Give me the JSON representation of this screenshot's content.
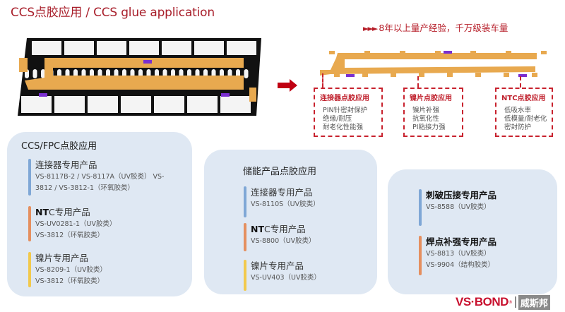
{
  "header": {
    "title": "CCS点胶应用 / CCS glue application",
    "tagline_icon": "triple-triangle-arrow-icon",
    "tagline_triangles": "►►►",
    "tagline": "8年以上量产经验，千万级装车量"
  },
  "diagram": {
    "arrow_icon": "right-arrow-icon",
    "colors": {
      "fpc": "#e8a94f",
      "frame": "#111111",
      "cell": "#f4f4f4",
      "ntc": "#7a2fd0",
      "accent_red": "#c8222e"
    },
    "callouts": [
      {
        "title": "连接器点胶应用",
        "lines": [
          "PIN针密封保护",
          "绝缘/耐压",
          "耐老化性能强"
        ]
      },
      {
        "title": "镍片点胶应用",
        "lines": [
          "镍片补强",
          "抗氧化性",
          "PI粘接力强"
        ]
      },
      {
        "title": "NTC点胶应用",
        "lines": [
          "低吸水率",
          "低模量/耐老化",
          "密封防护"
        ]
      }
    ]
  },
  "cards": [
    {
      "title": "CCS/FPC点胶应用",
      "groups": [
        {
          "title_bold": "",
          "title": "连接器专用产品",
          "color": "#7fa7d6",
          "lines": [
            "VS-8117B-2 / VS-8117A（UV胶类） VS-",
            "3812 / VS-3812-1（环氧胶类）"
          ]
        },
        {
          "title_bold": "NT",
          "title": "C专用产品",
          "color": "#e58f5f",
          "lines": [
            "VS-UV0281-1（UV胶类）",
            "VS-3812（环氧胶类）"
          ]
        },
        {
          "title_bold": "",
          "title": "镍片专用产品",
          "color": "#f2c94c",
          "lines": [
            "VS-8209-1（UV胶类）",
            "VS-3812（环氧胶类）"
          ]
        }
      ]
    },
    {
      "title": "储能产品点胶应用",
      "groups": [
        {
          "title_bold": "",
          "title": "连接器专用产品",
          "color": "#7fa7d6",
          "lines": [
            "VS-8110S（UV胶类）"
          ]
        },
        {
          "title_bold": "NT",
          "title": "C专用产品",
          "color": "#e58f5f",
          "lines": [
            "VS-8800（UV胶类）"
          ]
        },
        {
          "title_bold": "",
          "title": "镍片专用产品",
          "color": "#f2c94c",
          "lines": [
            "VS-UV403（UV胶类）"
          ]
        }
      ]
    },
    {
      "title": "",
      "groups": [
        {
          "title_bold": "刺破压接专用产品",
          "title": "",
          "color": "#7fa7d6",
          "lines": [
            "VS-8588（UV胶类）"
          ]
        },
        {
          "title_bold": "焊点补强专用产品",
          "title": "",
          "color": "#e58f5f",
          "lines": [
            "VS-8813（UV胶类）",
            "VS-9904（结构胶类）"
          ]
        }
      ]
    }
  ],
  "logo": {
    "en": "VS·BOND",
    "registered": "®",
    "cn": "威斯邦"
  }
}
